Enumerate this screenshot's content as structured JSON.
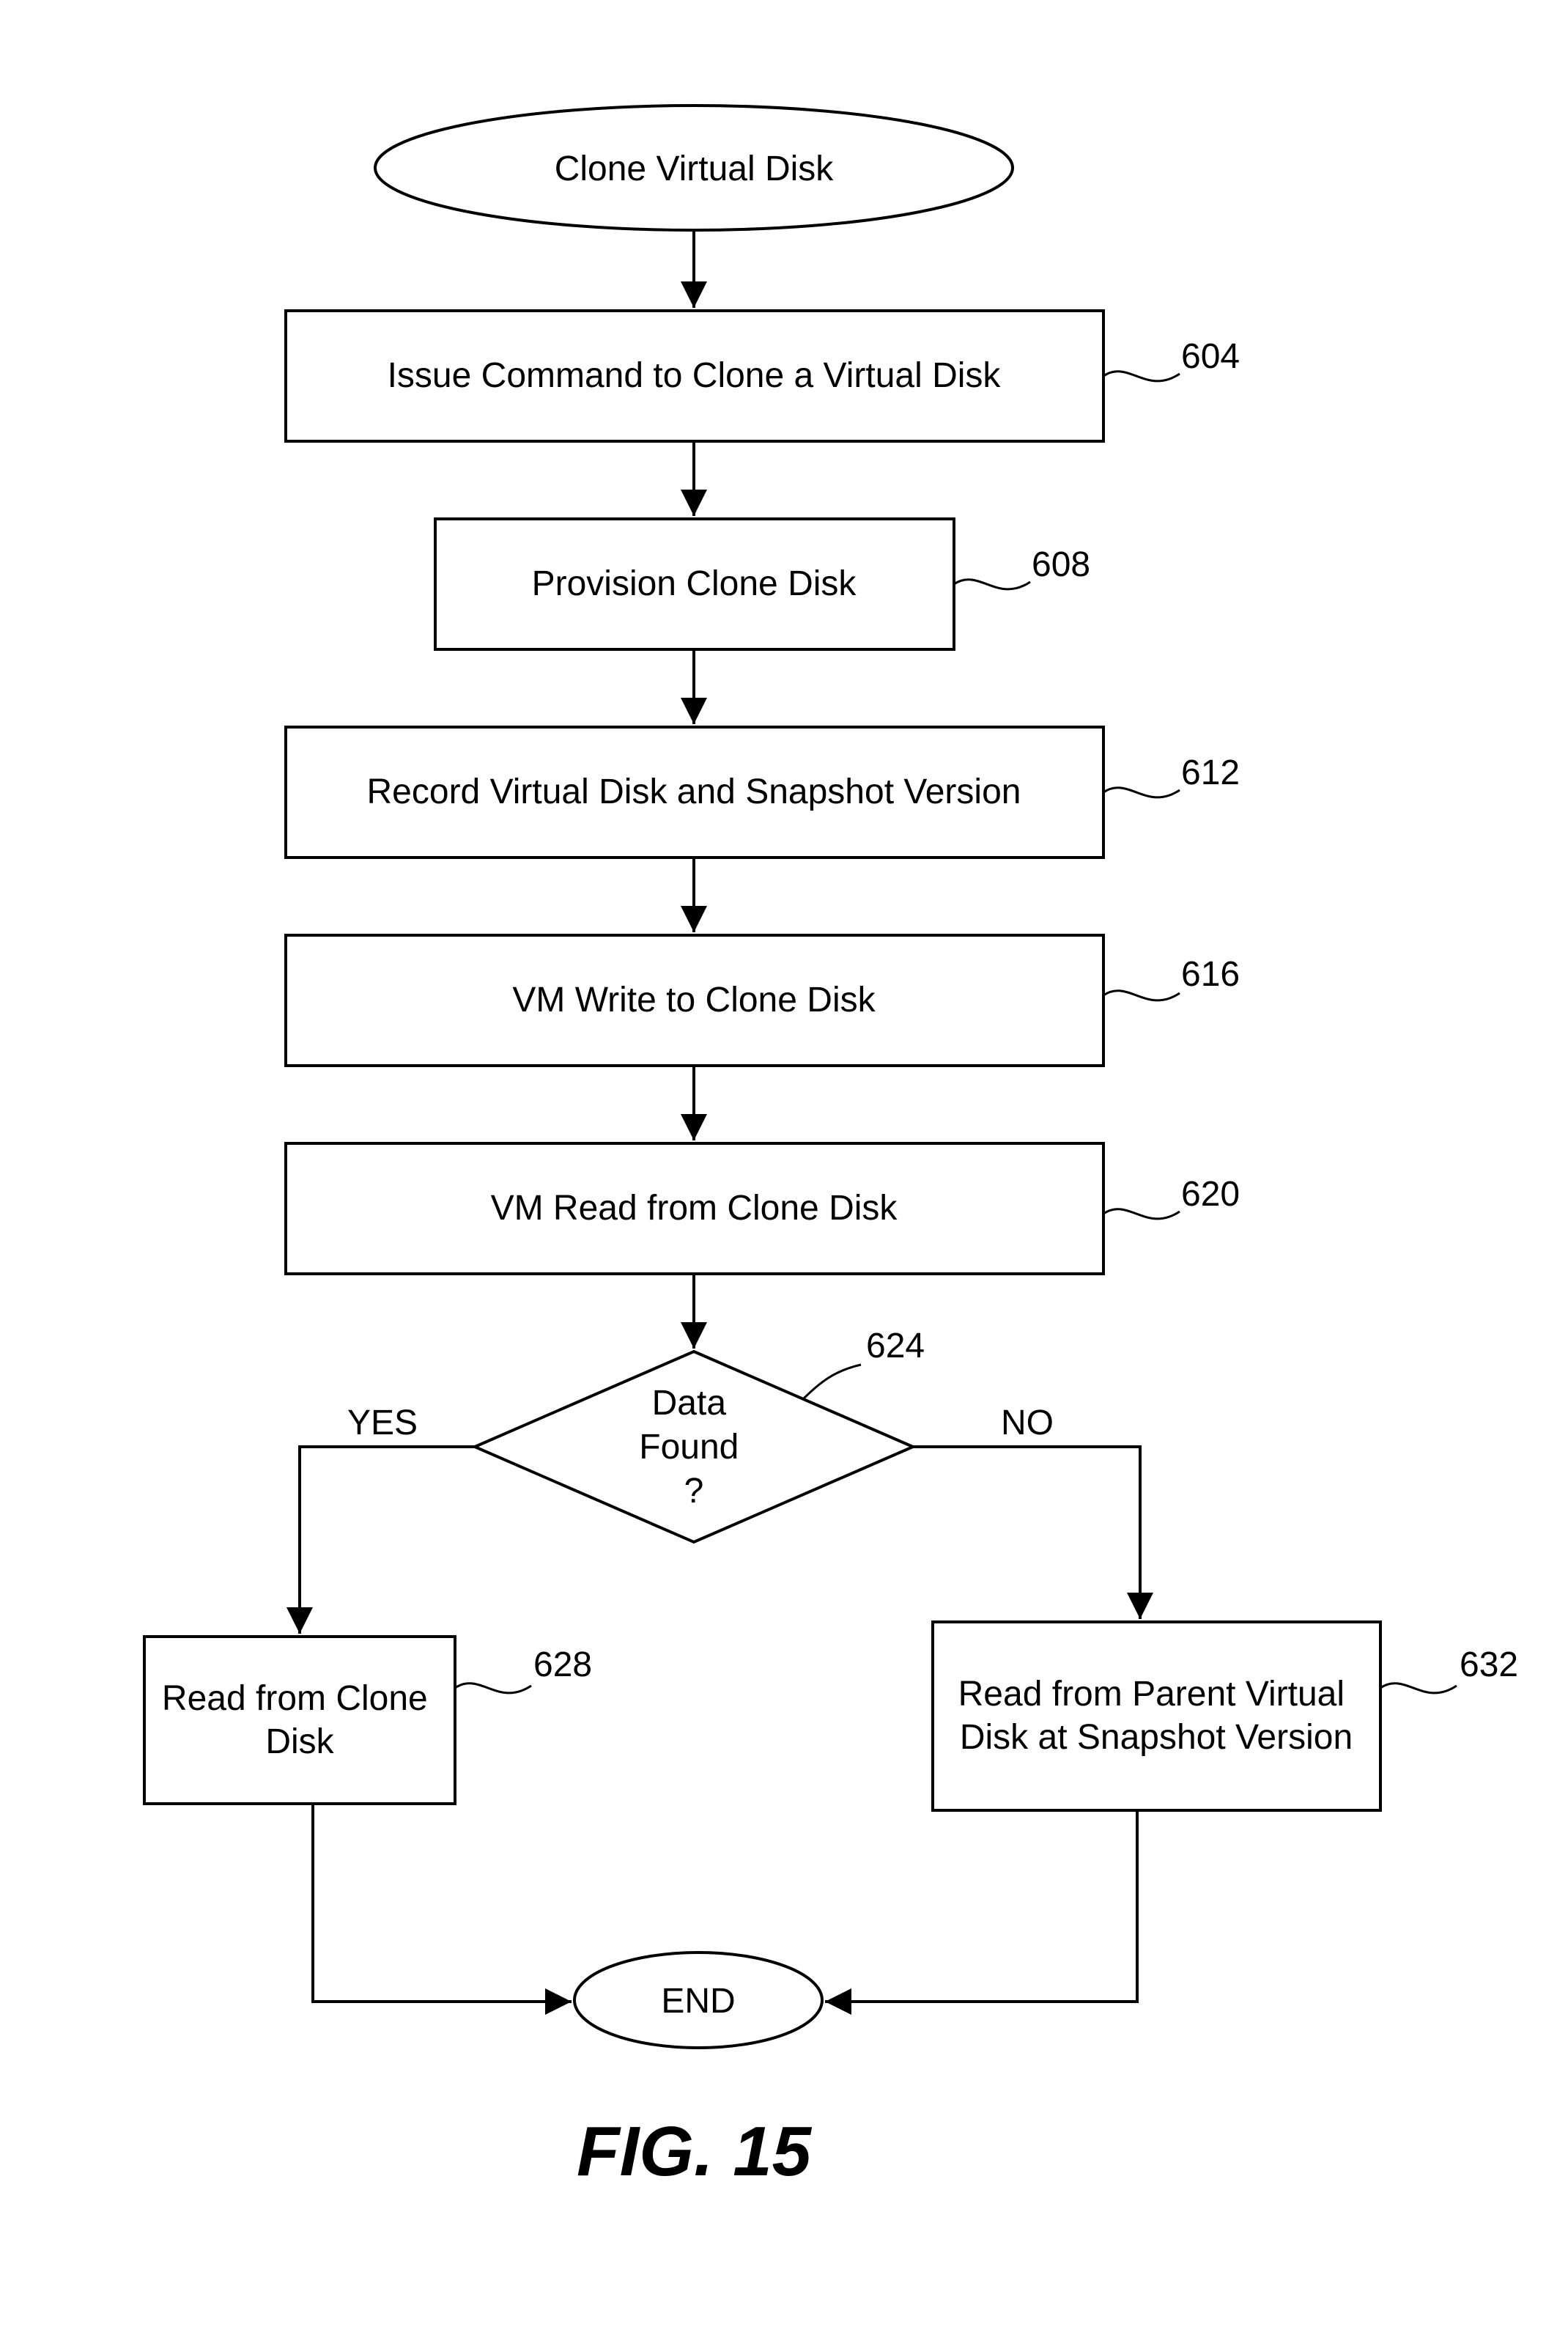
{
  "nodes": {
    "start": {
      "lines": [
        "Clone Virtual Disk"
      ]
    },
    "issue_command": {
      "lines": [
        "Issue Command to Clone a Virtual Disk"
      ],
      "ref": "604"
    },
    "provision": {
      "lines": [
        "Provision Clone Disk"
      ],
      "ref": "608"
    },
    "record": {
      "lines": [
        "Record Virtual Disk and Snapshot Version"
      ],
      "ref": "612"
    },
    "vm_write": {
      "lines": [
        "VM Write to Clone Disk"
      ],
      "ref": "616"
    },
    "vm_read": {
      "lines": [
        "VM Read from Clone Disk"
      ],
      "ref": "620"
    },
    "decision": {
      "lines": [
        "Data",
        "Found",
        "?"
      ],
      "ref": "624"
    },
    "read_clone": {
      "lines": [
        "Read from Clone",
        "Disk"
      ],
      "ref": "628"
    },
    "read_parent": {
      "lines": [
        "Read from Parent Virtual",
        "Disk at Snapshot Version"
      ],
      "ref": "632"
    },
    "end": {
      "lines": [
        "END"
      ]
    }
  },
  "branches": {
    "yes": "YES",
    "no": "NO"
  },
  "figure_label": "FIG. 15"
}
